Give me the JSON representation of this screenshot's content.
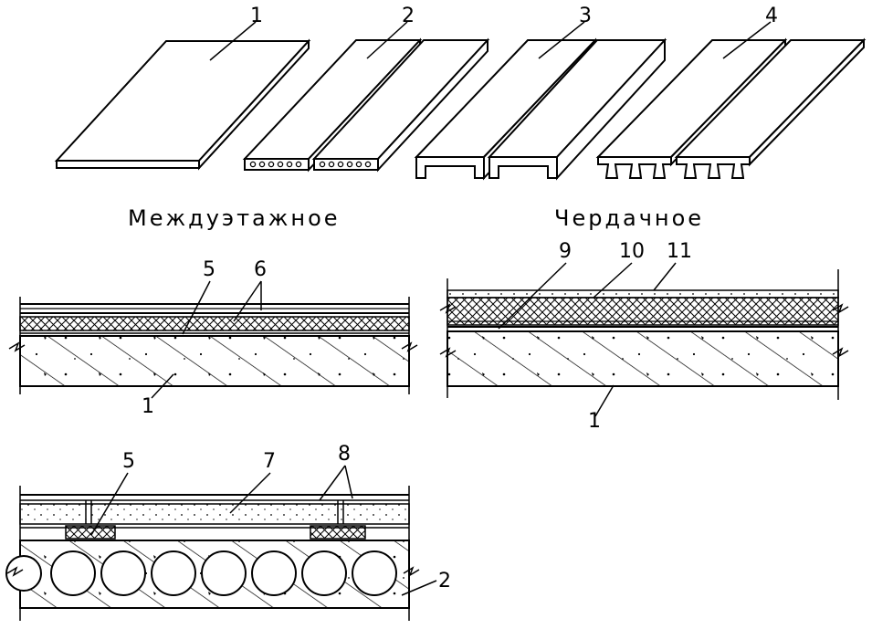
{
  "titles": {
    "interfloor": "Междуэтажное",
    "attic": "Чердачное"
  },
  "labels": {
    "n1": "1",
    "n2": "2",
    "n3": "3",
    "n4": "4",
    "n5": "5",
    "n6": "6",
    "n7": "7",
    "n8": "8",
    "n9": "9",
    "n10": "10",
    "n11": "11",
    "s1_1": "1",
    "s2_1": "1",
    "s3_5": "5",
    "s3_2": "2"
  },
  "colors": {
    "ink": "#000000",
    "paper": "#ffffff"
  }
}
